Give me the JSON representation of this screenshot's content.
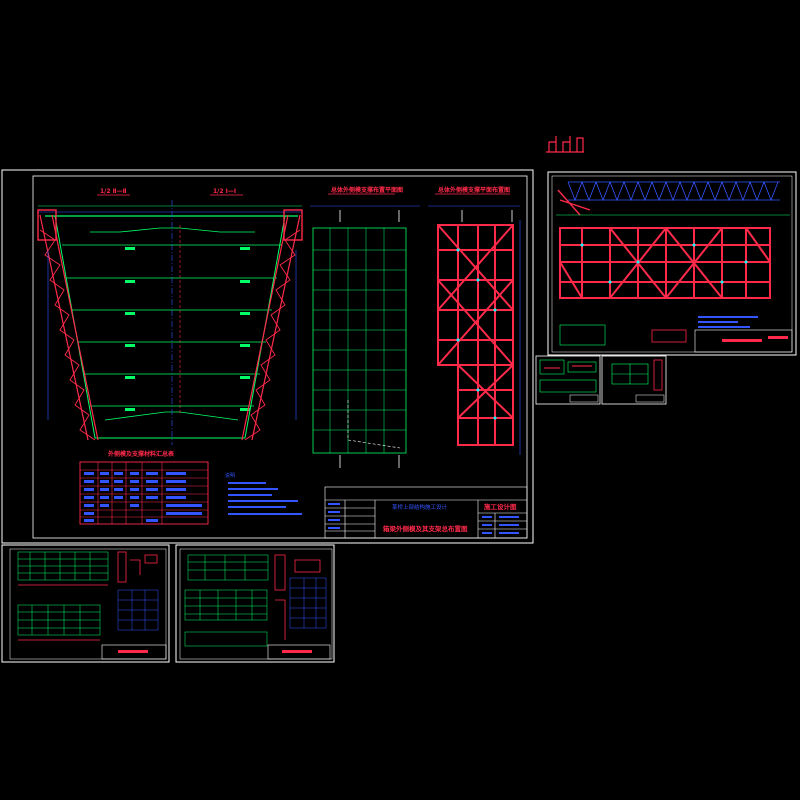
{
  "colors": {
    "background": "#000000",
    "frame": "#ffffff",
    "structure": "#ff2a4a",
    "geometry": "#00ff66",
    "annotation": "#3355ff",
    "highlight": "#00ffff"
  },
  "main_sheet": {
    "section_label_left": "1/2 Ⅱ—Ⅱ",
    "section_label_right": "1/2 Ⅰ—Ⅰ",
    "plan_title_1": "总体外侧模支撑布置平面图",
    "plan_title_2": "总体外侧模支撑平面布置图",
    "table_title": "外侧模及支撑材料汇总表",
    "notes_heading": "说明",
    "title_block": {
      "project": "某桥上部结构施工设计",
      "drawing_name": "箱梁外侧模及其支架总布置图",
      "stamp": "施工设计图"
    }
  }
}
